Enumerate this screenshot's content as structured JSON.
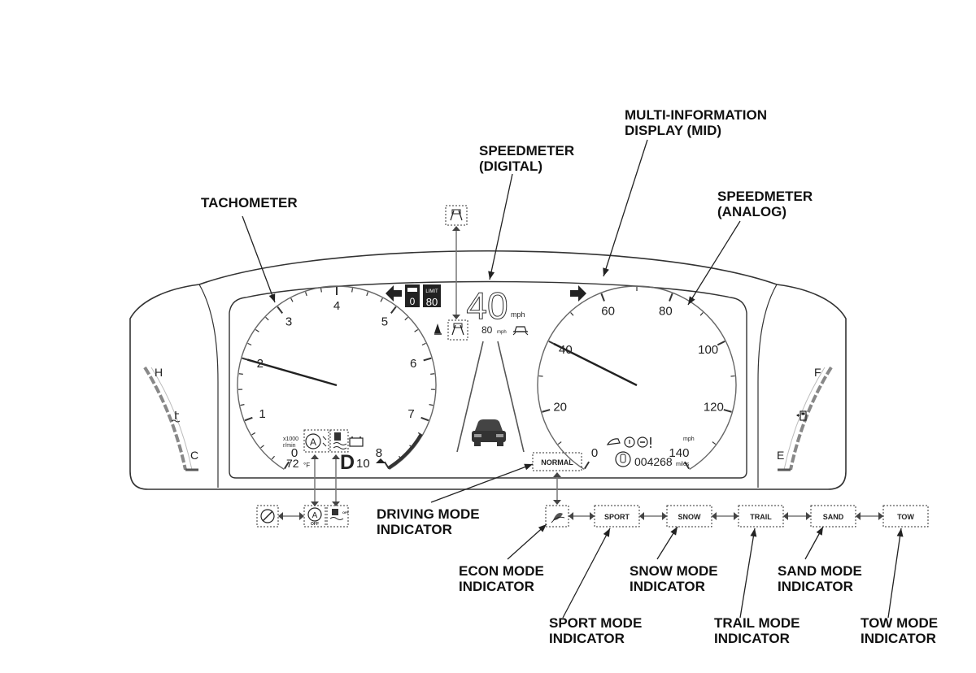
{
  "labels": {
    "tachometer": "TACHOMETER",
    "speedometer_digital": [
      "SPEEDMETER",
      "(DIGITAL)"
    ],
    "mid": [
      "MULTI-INFORMATION",
      "DISPLAY (MID)"
    ],
    "speedometer_analog": [
      "SPEEDMETER",
      "(ANALOG)"
    ],
    "driving_mode": [
      "DRIVING MODE",
      "INDICATOR"
    ],
    "econ_mode": [
      "ECON MODE",
      "INDICATOR"
    ],
    "sport_mode": [
      "SPORT MODE",
      "INDICATOR"
    ],
    "snow_mode": [
      "SNOW MODE",
      "INDICATOR"
    ],
    "trail_mode": [
      "TRAIL MODE",
      "INDICATOR"
    ],
    "sand_mode": [
      "SAND MODE",
      "INDICATOR"
    ],
    "tow_mode": [
      "TOW MODE",
      "INDICATOR"
    ]
  },
  "tachometer": {
    "ticks": [
      "0",
      "1",
      "2",
      "3",
      "4",
      "5",
      "6",
      "7",
      "8"
    ],
    "unit_line1": "x1000",
    "unit_line2": "r/min",
    "needle_value": 2.0
  },
  "speedometer": {
    "ticks": [
      "0",
      "20",
      "40",
      "60",
      "80",
      "100",
      "120",
      "140"
    ],
    "unit": "mph",
    "needle_value": 40
  },
  "digital": {
    "speed": "40",
    "speed_unit": "mph",
    "acc_set_speed": "80",
    "acc_unit": "mph",
    "speed_limit_label": "LIMIT",
    "speed_limit": "80",
    "road_sign_value": "0"
  },
  "mid": {
    "outside_temp": "72",
    "temp_unit": "°F",
    "gear": "D",
    "gear_number": "10",
    "driving_mode": "NORMAL",
    "odometer": "004268",
    "odometer_unit": "miles"
  },
  "gauges": {
    "temp_high": "H",
    "temp_cold": "C",
    "fuel_full": "F",
    "fuel_empty": "E"
  },
  "modes": [
    "SPORT",
    "SNOW",
    "TRAIL",
    "SAND",
    "TOW"
  ],
  "icons": {
    "auto_idle_stop_off": "OFF",
    "hill_descent_off": "OFF"
  }
}
